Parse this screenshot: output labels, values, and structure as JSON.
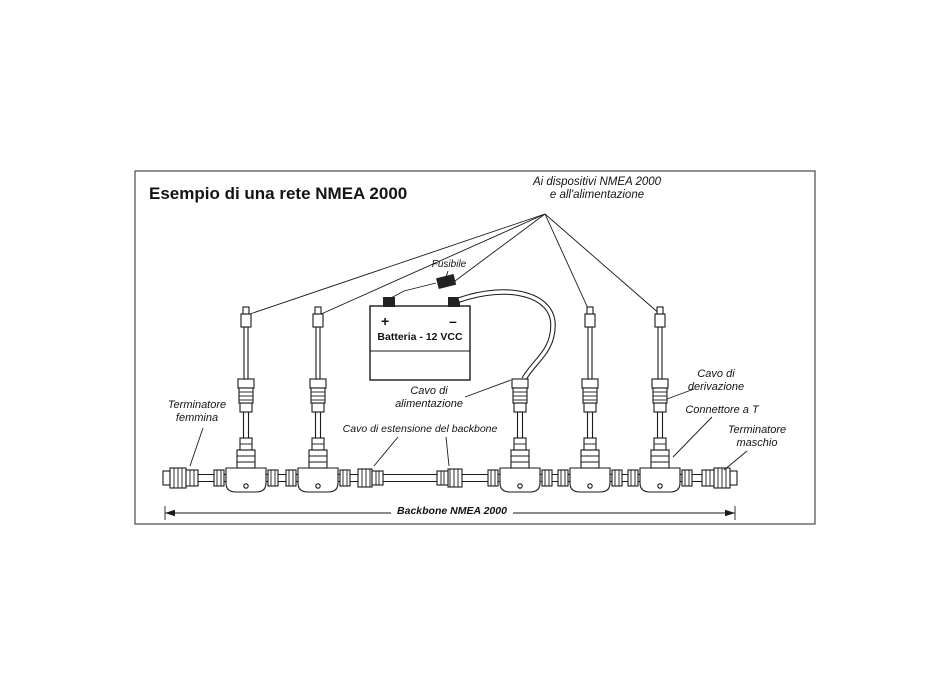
{
  "colors": {
    "ink": "#1a1a1a",
    "background": "#ffffff"
  },
  "title": "Esempio di una rete NMEA 2000",
  "annotations": {
    "devices": {
      "line1": "Ai dispositivi NMEA 2000",
      "line2": "e all'alimentazione"
    },
    "fuse": "Fusibile",
    "battery": {
      "label": "Batteria - 12 VCC",
      "plus": "+",
      "minus": "–"
    },
    "power_cable": {
      "line1": "Cavo di",
      "line2": "alimentazione"
    },
    "backbone_extension": "Cavo di estensione del backbone",
    "terminator_female": {
      "line1": "Terminatore",
      "line2": "femmina"
    },
    "drop_cable": {
      "line1": "Cavo di",
      "line2": "derivazione"
    },
    "t_connector": "Connettore a T",
    "terminator_male": {
      "line1": "Terminatore",
      "line2": "maschio"
    },
    "backbone": "Backbone NMEA 2000"
  }
}
